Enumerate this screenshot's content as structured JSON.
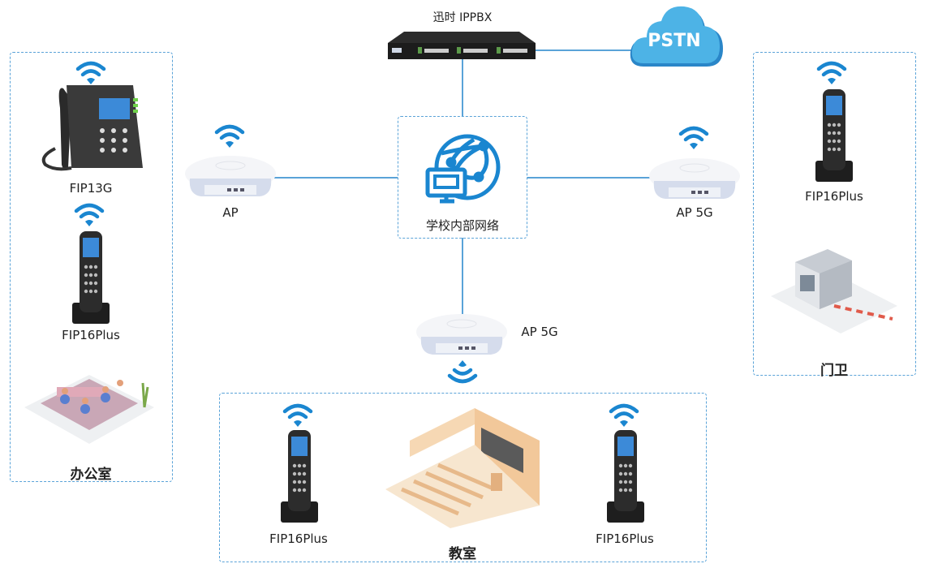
{
  "ippbx": {
    "label": "迅时 IPPBX"
  },
  "pstn": {
    "label": "PSTN"
  },
  "network": {
    "label": "学校内部网络"
  },
  "ap_left": {
    "label": "AP"
  },
  "ap_right": {
    "label": "AP 5G"
  },
  "ap_bottom": {
    "label": "AP 5G"
  },
  "office": {
    "title": "办公室",
    "devices": [
      "FIP13G",
      "FIP16Plus"
    ]
  },
  "guard": {
    "title": "门卫",
    "devices": [
      "FIP16Plus"
    ]
  },
  "classroom": {
    "title": "教室",
    "devices": [
      "FIP16Plus",
      "FIP16Plus"
    ]
  },
  "colors": {
    "line": "#5aa3d8",
    "accent": "#1a86d0",
    "cloud": "#4db3e6"
  }
}
